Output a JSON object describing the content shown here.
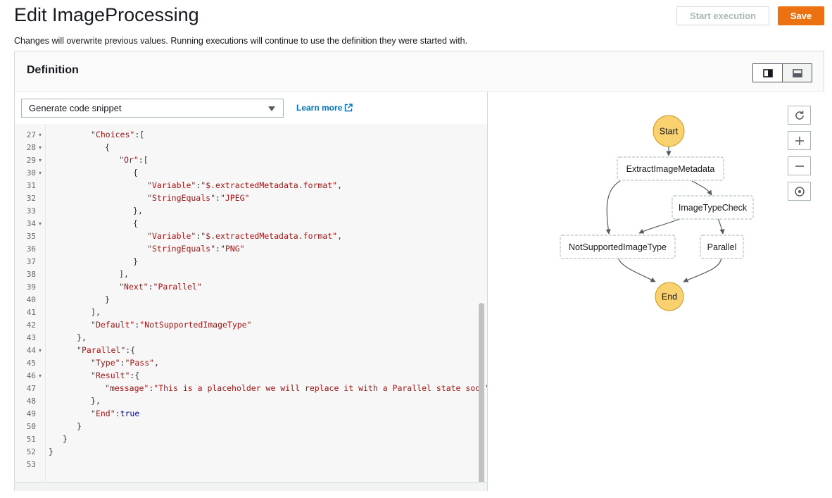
{
  "header": {
    "title": "Edit ImageProcessing",
    "subtitle": "Changes will overwrite previous values. Running executions will continue to use the definition they were started with.",
    "start_execution_label": "Start execution",
    "save_label": "Save"
  },
  "definition": {
    "title": "Definition",
    "snippet_select": "Generate code snippet",
    "learn_more": "Learn more"
  },
  "editor": {
    "lines": [
      {
        "n": "27",
        "fold": true,
        "indent": 6,
        "tokens": [
          {
            "t": "k",
            "v": "\"Choices\""
          },
          {
            "t": "p",
            "v": ":["
          }
        ]
      },
      {
        "n": "28",
        "fold": true,
        "indent": 8,
        "tokens": [
          {
            "t": "p",
            "v": "{"
          }
        ]
      },
      {
        "n": "29",
        "fold": true,
        "indent": 10,
        "tokens": [
          {
            "t": "k",
            "v": "\"Or\""
          },
          {
            "t": "p",
            "v": ":["
          }
        ]
      },
      {
        "n": "30",
        "fold": true,
        "indent": 12,
        "tokens": [
          {
            "t": "p",
            "v": "{"
          }
        ]
      },
      {
        "n": "31",
        "fold": false,
        "indent": 14,
        "tokens": [
          {
            "t": "k",
            "v": "\"Variable\""
          },
          {
            "t": "p",
            "v": ":"
          },
          {
            "t": "s",
            "v": "\"$.extractedMetadata.format\""
          },
          {
            "t": "p",
            "v": ","
          }
        ]
      },
      {
        "n": "32",
        "fold": false,
        "indent": 14,
        "tokens": [
          {
            "t": "k",
            "v": "\"StringEquals\""
          },
          {
            "t": "p",
            "v": ":"
          },
          {
            "t": "s",
            "v": "\"JPEG\""
          }
        ]
      },
      {
        "n": "33",
        "fold": false,
        "indent": 12,
        "tokens": [
          {
            "t": "p",
            "v": "},"
          }
        ]
      },
      {
        "n": "34",
        "fold": true,
        "indent": 12,
        "tokens": [
          {
            "t": "p",
            "v": "{"
          }
        ]
      },
      {
        "n": "35",
        "fold": false,
        "indent": 14,
        "tokens": [
          {
            "t": "k",
            "v": "\"Variable\""
          },
          {
            "t": "p",
            "v": ":"
          },
          {
            "t": "s",
            "v": "\"$.extractedMetadata.format\""
          },
          {
            "t": "p",
            "v": ","
          }
        ]
      },
      {
        "n": "36",
        "fold": false,
        "indent": 14,
        "tokens": [
          {
            "t": "k",
            "v": "\"StringEquals\""
          },
          {
            "t": "p",
            "v": ":"
          },
          {
            "t": "s",
            "v": "\"PNG\""
          }
        ]
      },
      {
        "n": "37",
        "fold": false,
        "indent": 12,
        "tokens": [
          {
            "t": "p",
            "v": "}"
          }
        ]
      },
      {
        "n": "38",
        "fold": false,
        "indent": 10,
        "tokens": [
          {
            "t": "p",
            "v": "],"
          }
        ]
      },
      {
        "n": "39",
        "fold": false,
        "indent": 10,
        "tokens": [
          {
            "t": "k",
            "v": "\"Next\""
          },
          {
            "t": "p",
            "v": ":"
          },
          {
            "t": "s",
            "v": "\"Parallel\""
          }
        ]
      },
      {
        "n": "40",
        "fold": false,
        "indent": 8,
        "tokens": [
          {
            "t": "p",
            "v": "}"
          }
        ]
      },
      {
        "n": "41",
        "fold": false,
        "indent": 6,
        "tokens": [
          {
            "t": "p",
            "v": "],"
          }
        ]
      },
      {
        "n": "42",
        "fold": false,
        "indent": 6,
        "tokens": [
          {
            "t": "k",
            "v": "\"Default\""
          },
          {
            "t": "p",
            "v": ":"
          },
          {
            "t": "s",
            "v": "\"NotSupportedImageType\""
          }
        ]
      },
      {
        "n": "43",
        "fold": false,
        "indent": 4,
        "tokens": [
          {
            "t": "p",
            "v": "},"
          }
        ]
      },
      {
        "n": "44",
        "fold": true,
        "indent": 4,
        "tokens": [
          {
            "t": "k",
            "v": "\"Parallel\""
          },
          {
            "t": "p",
            "v": ":{"
          }
        ]
      },
      {
        "n": "45",
        "fold": false,
        "indent": 6,
        "tokens": [
          {
            "t": "k",
            "v": "\"Type\""
          },
          {
            "t": "p",
            "v": ":"
          },
          {
            "t": "s",
            "v": "\"Pass\""
          },
          {
            "t": "p",
            "v": ","
          }
        ]
      },
      {
        "n": "46",
        "fold": true,
        "indent": 6,
        "tokens": [
          {
            "t": "k",
            "v": "\"Result\""
          },
          {
            "t": "p",
            "v": ":{"
          }
        ]
      },
      {
        "n": "47",
        "fold": false,
        "indent": 8,
        "tokens": [
          {
            "t": "k",
            "v": "\"message\""
          },
          {
            "t": "p",
            "v": ":"
          },
          {
            "t": "s",
            "v": "\"This is a placeholder we will replace it with a Parallel state soon\""
          }
        ]
      },
      {
        "n": "48",
        "fold": false,
        "indent": 6,
        "tokens": [
          {
            "t": "p",
            "v": "},"
          }
        ]
      },
      {
        "n": "49",
        "fold": false,
        "indent": 6,
        "tokens": [
          {
            "t": "k",
            "v": "\"End\""
          },
          {
            "t": "p",
            "v": ":"
          },
          {
            "t": "b",
            "v": "true"
          }
        ]
      },
      {
        "n": "50",
        "fold": false,
        "indent": 4,
        "tokens": [
          {
            "t": "p",
            "v": "}"
          }
        ]
      },
      {
        "n": "51",
        "fold": false,
        "indent": 2,
        "tokens": [
          {
            "t": "p",
            "v": "}"
          }
        ]
      },
      {
        "n": "52",
        "fold": false,
        "indent": 0,
        "tokens": [
          {
            "t": "p",
            "v": "}"
          }
        ]
      },
      {
        "n": "53",
        "fold": false,
        "indent": 0,
        "tokens": []
      }
    ]
  },
  "graph": {
    "nodes": {
      "start": "Start",
      "extract": "ExtractImageMetadata",
      "check": "ImageTypeCheck",
      "notsupported": "NotSupportedImageType",
      "parallel": "Parallel",
      "end": "End"
    },
    "controls": [
      "refresh-icon",
      "zoom-in-icon",
      "zoom-out-icon",
      "center-icon"
    ],
    "colors": {
      "terminal_fill": "#f9d26f",
      "terminal_stroke": "#c79a1c",
      "node_border": "#aab7b8",
      "edge": "#545b64"
    }
  },
  "colors": {
    "primary": "#ec7211",
    "link": "#0073bb"
  }
}
